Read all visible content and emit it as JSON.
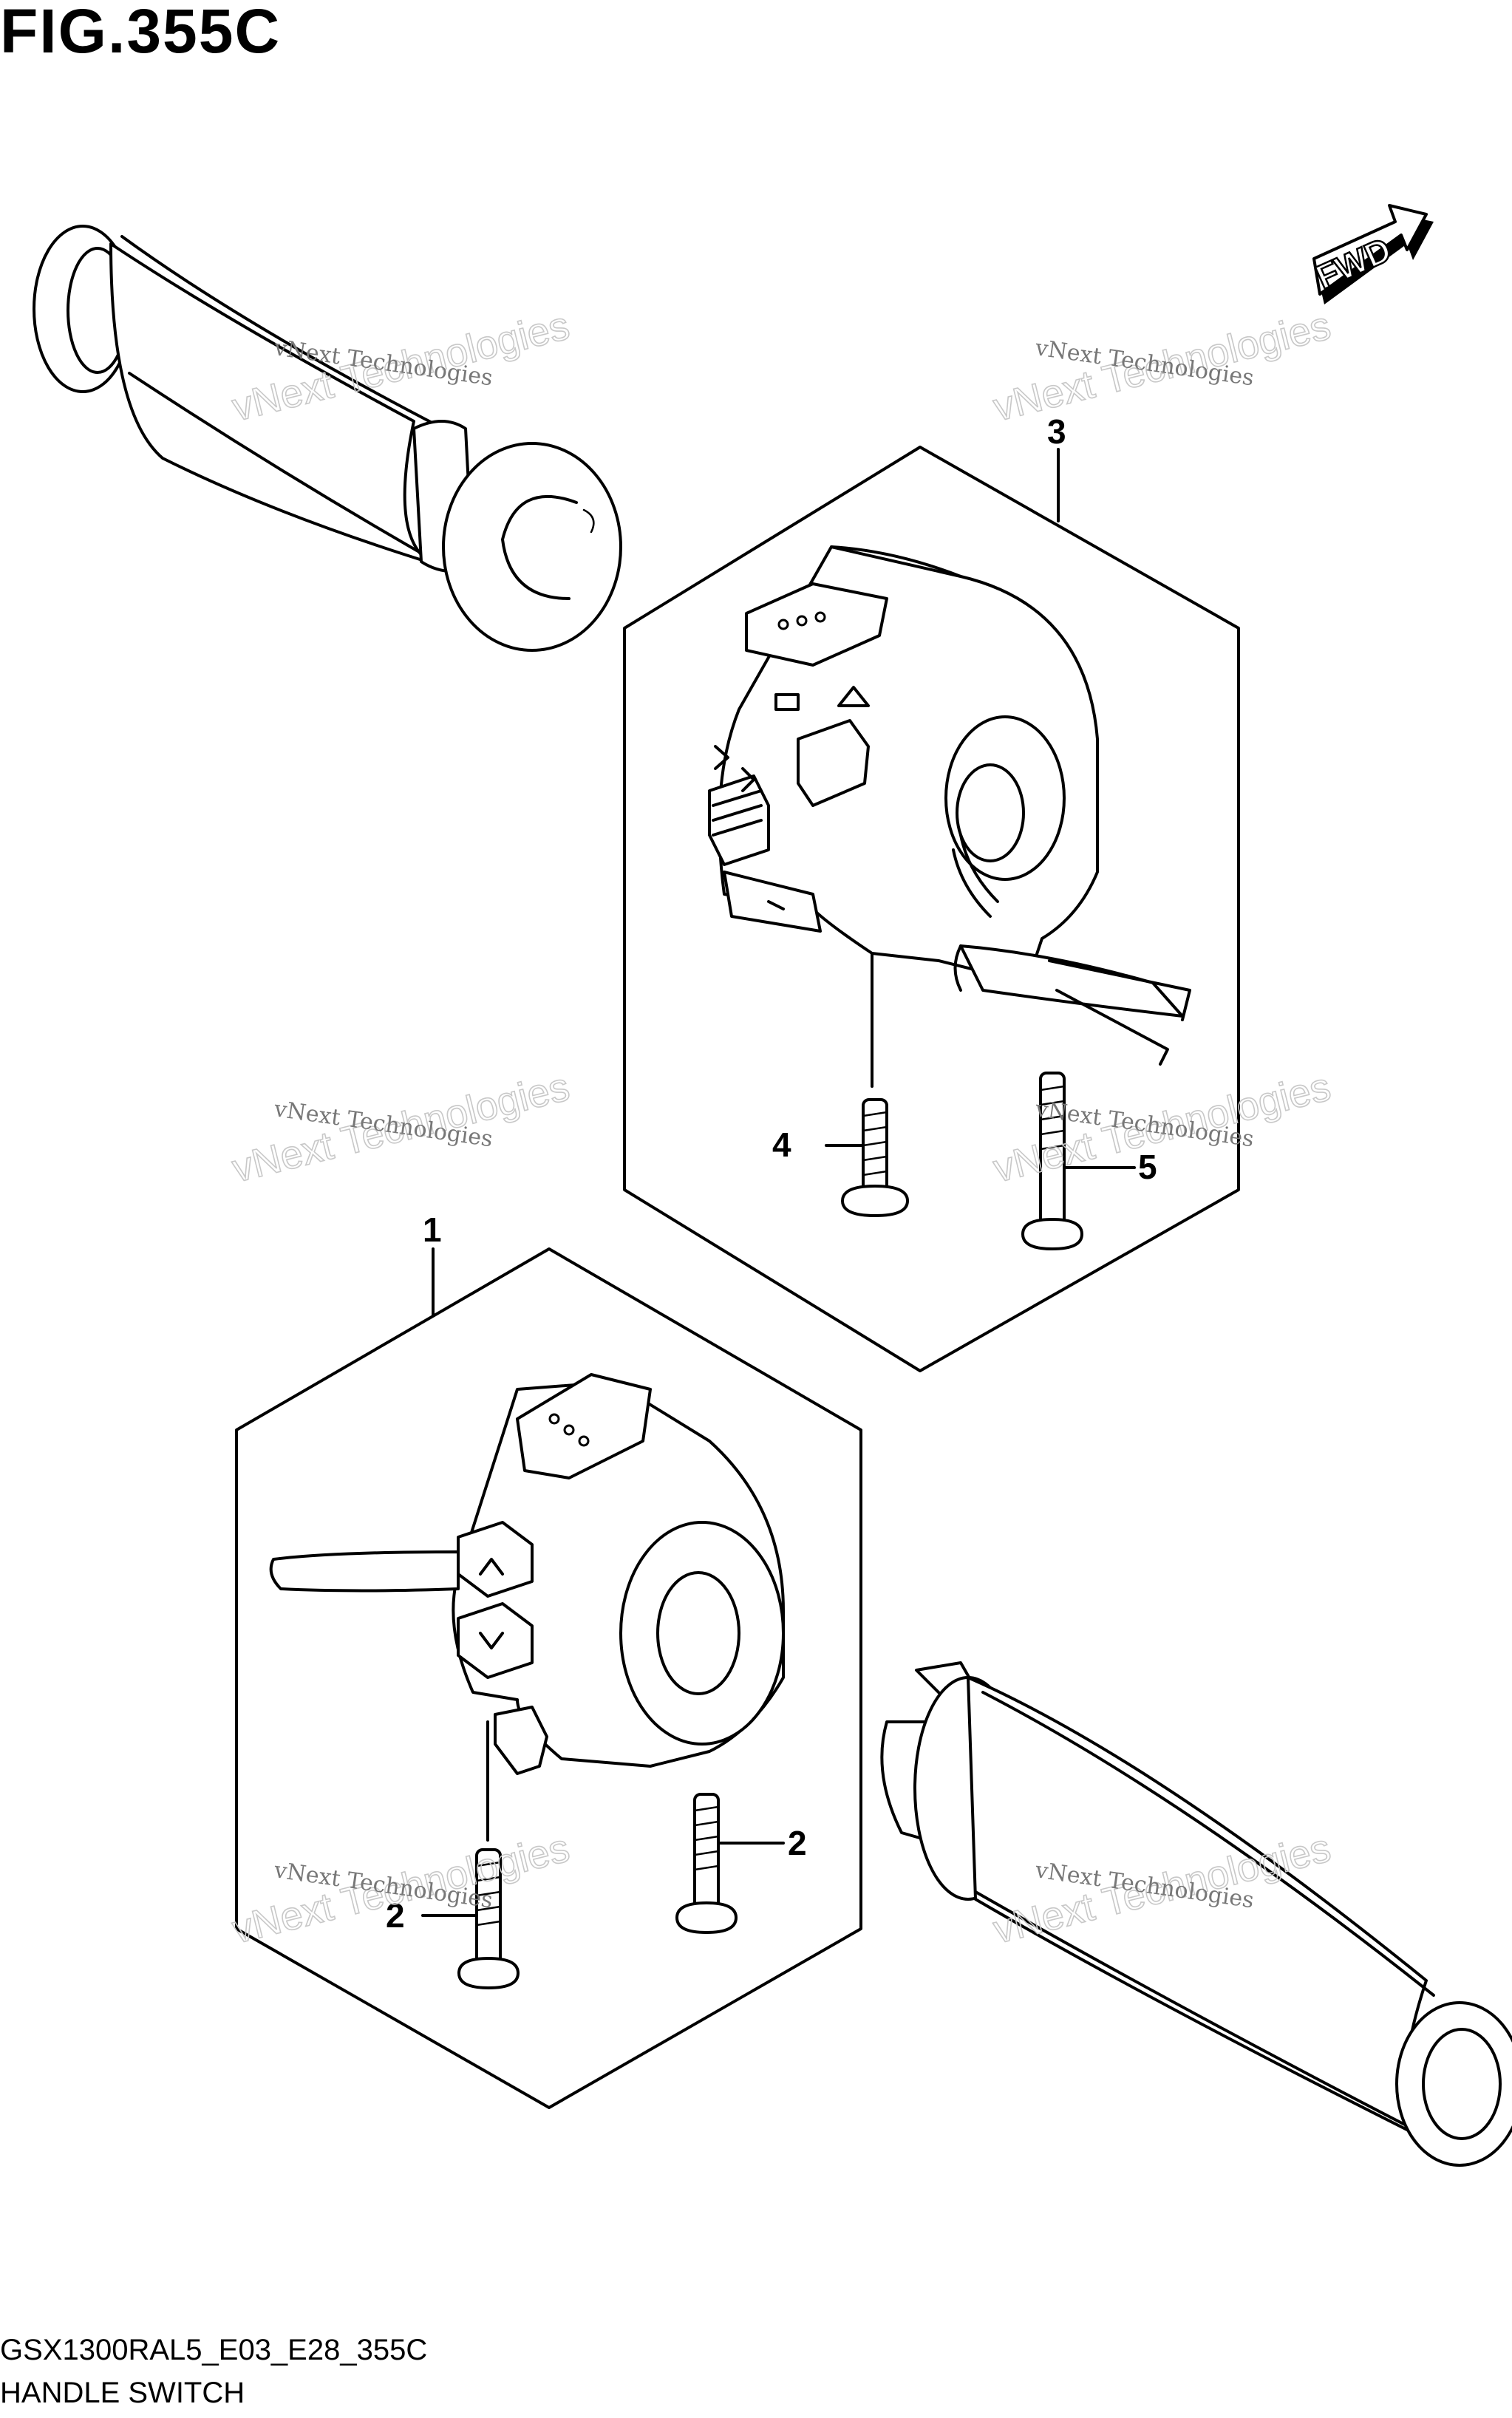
{
  "figure": {
    "title": "FIG.355C"
  },
  "footer": {
    "model_code": "GSX1300RAL5_E03_E28_355C",
    "part_group": "HANDLE SWITCH"
  },
  "direction_arrow": {
    "label": "FWD",
    "icon": "fwd-arrow-icon"
  },
  "callouts": {
    "c1": "1",
    "c2a": "2",
    "c2b": "2",
    "c3": "3",
    "c4": "4",
    "c5": "5"
  },
  "watermark": {
    "line1": "vNext Technologies",
    "line2": "vNext Technologies"
  },
  "parts": [
    {
      "ref": "1",
      "icon": "left-handlebar-switch-icon"
    },
    {
      "ref": "2",
      "icon": "switch-screw-icon"
    },
    {
      "ref": "3",
      "icon": "right-handlebar-switch-icon"
    },
    {
      "ref": "4",
      "icon": "switch-screw-icon"
    },
    {
      "ref": "5",
      "icon": "switch-screw-icon"
    }
  ],
  "grips": [
    {
      "icon": "left-grip-icon"
    },
    {
      "icon": "right-throttle-grip-icon"
    }
  ]
}
